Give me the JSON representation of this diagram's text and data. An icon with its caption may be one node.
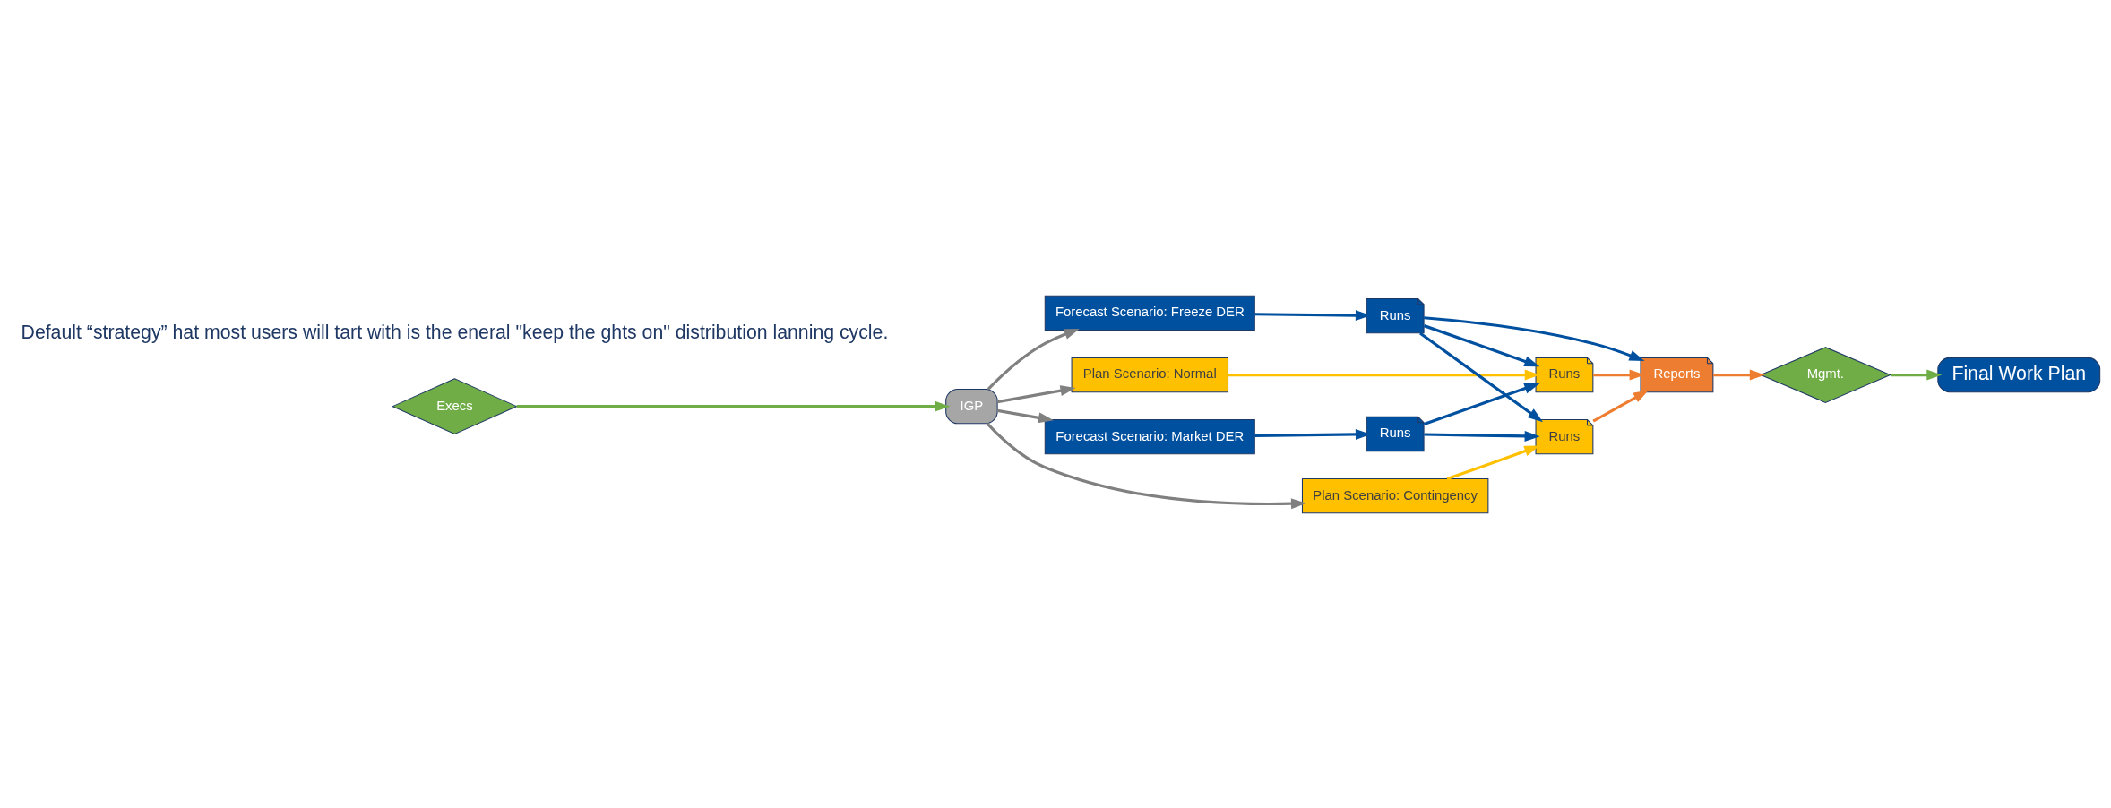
{
  "diagram": {
    "nodes": [
      {
        "text": [
          "Execs"
        ]
      },
      {
        "text": [
          "IGP"
        ]
      },
      {
        "text": [
          "Forecast Scenario: Freeze DER"
        ]
      },
      {
        "text": [
          "Forecast Scenario: Market DER"
        ]
      },
      {
        "text": [
          "Plan Scenario: Normal"
        ]
      },
      {
        "text": [
          "Plan Scenario: Contingency"
        ]
      },
      {
        "text": [
          "Runs"
        ]
      },
      {
        "text": [
          "Runs"
        ]
      },
      {
        "text": [
          "Runs"
        ]
      },
      {
        "text": [
          "Runs"
        ]
      },
      {
        "text": [
          "Reports"
        ]
      },
      {
        "text": [
          "Mgmt."
        ]
      },
      {
        "text": [
          "Final Work Plan"
        ]
      }
    ],
    "edges": [
      {
        "from": 0,
        "to": 1,
        "arrow": "to",
        "color": "#70ad47"
      },
      {
        "from": 1,
        "to": 2,
        "arrow": "to",
        "color": "#808080"
      },
      {
        "from": 1,
        "to": 3,
        "arrow": "to",
        "color": "#808080"
      },
      {
        "from": 1,
        "to": 4,
        "arrow": "to",
        "color": "#808080"
      },
      {
        "from": 1,
        "to": 5,
        "arrow": "to",
        "color": "#808080"
      },
      {
        "from": 2,
        "to": 6,
        "arrow": "to"
      },
      {
        "from": 3,
        "to": 7,
        "arrow": "to"
      },
      {
        "from": 4,
        "to": 8,
        "arrow": "to",
        "color": "#ffc000"
      },
      {
        "from": 5,
        "to": 9,
        "arrow": "to",
        "color": "#ffc000"
      },
      {
        "from": 6,
        "to": 8,
        "arrow": "to"
      },
      {
        "from": 6,
        "to": 9,
        "arrow": "to"
      },
      {
        "from": 7,
        "to": 8,
        "arrow": "to"
      },
      {
        "from": 7,
        "to": 9,
        "arrow": "to"
      },
      {
        "from": 6,
        "to": 10,
        "arrow": "to"
      },
      {
        "from": 8,
        "to": 10,
        "arrow": "to",
        "color": "#ed7d31"
      },
      {
        "from": 9,
        "to": 10,
        "arrow": "to",
        "color": "#ed7d31"
      },
      {
        "from": 10,
        "to": 11,
        "arrow": "to",
        "color": "#ed7d31"
      },
      {
        "from": 11,
        "to": 12,
        "arrow": "to",
        "color": "#70ad47"
      }
    ],
    "labels": [
      "Default “strategy” hat most users will tart with is the eneral \"keep the ghts on\" distribution lanning cycle."
    ]
  }
}
